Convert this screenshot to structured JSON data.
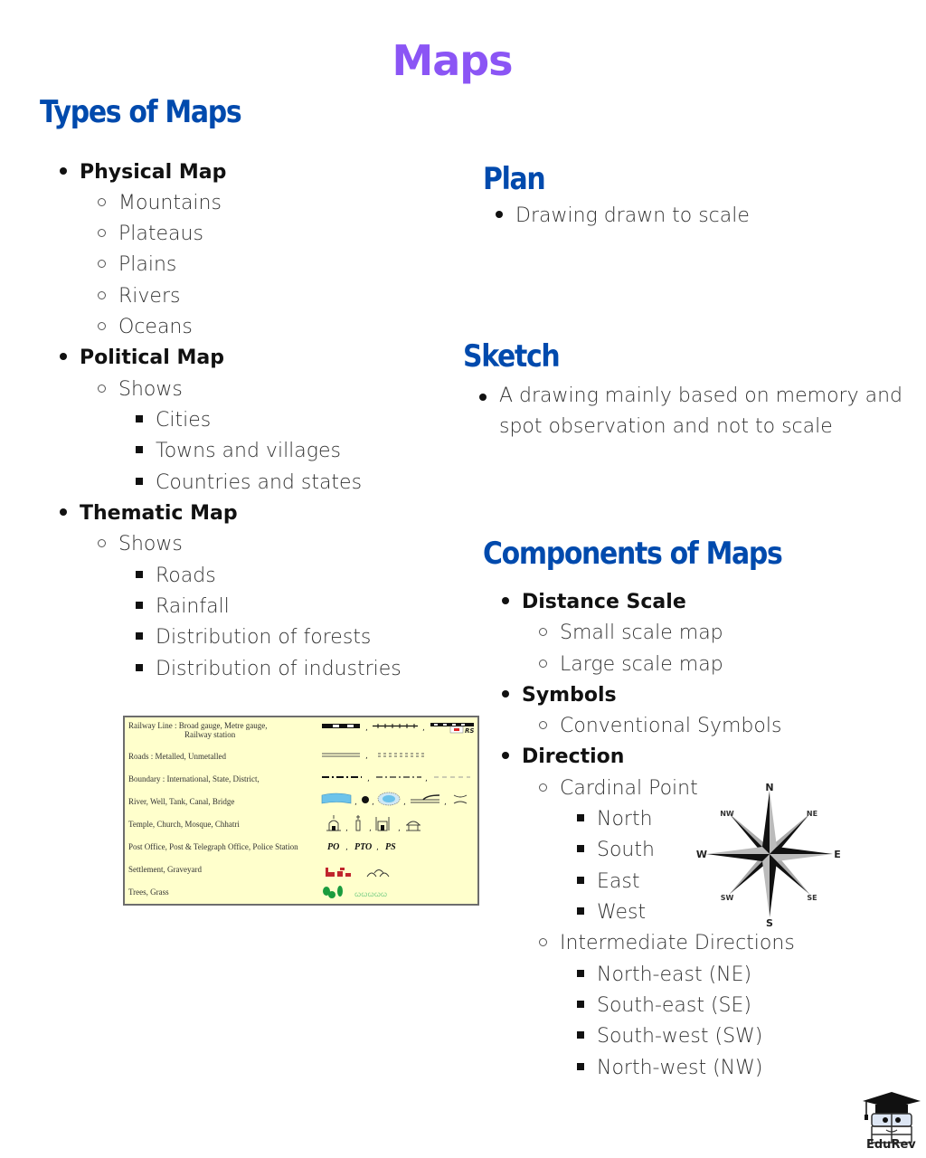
{
  "colors": {
    "title": "#8b55f5",
    "heading": "#004aad",
    "text": "#333333",
    "legend_bg": "#ffffcc"
  },
  "title": "Maps",
  "types_of_maps": {
    "heading": "Types of Maps",
    "items": [
      {
        "label": "Physical Map",
        "children": [
          "Mountains",
          "Plateaus",
          "Plains",
          "Rivers",
          "Oceans"
        ]
      },
      {
        "label": "Political Map",
        "children": [
          {
            "label": "Shows",
            "children": [
              "Cities",
              "Towns and villages",
              "Countries and states"
            ]
          }
        ]
      },
      {
        "label": "Thematic Map",
        "children": [
          {
            "label": "Shows",
            "children": [
              "Roads",
              "Rainfall",
              "Distribution of forests",
              "Distribution of industries"
            ]
          }
        ]
      }
    ]
  },
  "plan": {
    "heading": "Plan",
    "items": [
      "Drawing drawn to scale"
    ]
  },
  "sketch": {
    "heading": "Sketch",
    "items": [
      "A drawing mainly based on memory and spot observation and not to scale"
    ]
  },
  "components": {
    "heading": "Components of Maps",
    "items": [
      {
        "label": "Distance Scale",
        "children": [
          "Small scale map",
          "Large scale map"
        ]
      },
      {
        "label": "Symbols",
        "children": [
          "Conventional Symbols"
        ]
      },
      {
        "label": "Direction",
        "children": [
          {
            "label": "Cardinal Point",
            "children": [
              "North",
              "South",
              "East",
              "West"
            ]
          },
          {
            "label": "Intermediate Directions",
            "children": [
              "North-east (NE)",
              "South-east (SE)",
              "South-west (SW)",
              "North-west (NW)"
            ]
          }
        ]
      }
    ]
  },
  "legend": {
    "rows": [
      {
        "label": "Railway Line : Broad gauge, Metre gauge,",
        "label2": "Railway station",
        "symbol": "railway"
      },
      {
        "label": "Roads          : Metalled, Unmetalled",
        "symbol": "roads"
      },
      {
        "label": "Boundary      : International, State, District,",
        "symbol": "boundary"
      },
      {
        "label": "River,    Well,     Tank,     Canal,    Bridge",
        "symbol": "water"
      },
      {
        "label": "Temple, Church, Mosque, Chhatri",
        "symbol": "religious"
      },
      {
        "label": "Post Office, Post & Telegraph Office, Police Station",
        "symbol": "post"
      },
      {
        "label": "Settlement, Graveyard",
        "symbol": "settlement"
      },
      {
        "label": "Trees, Grass",
        "symbol": "vegetation"
      }
    ],
    "post_codes": [
      "PO",
      "PTO",
      "PS"
    ],
    "railway_station_code": "RS"
  },
  "compass": {
    "labels": {
      "n": "N",
      "s": "S",
      "e": "E",
      "w": "W",
      "ne": "NE",
      "nw": "NW",
      "se": "SE",
      "sw": "SW"
    }
  },
  "brand": {
    "name": "EduRev"
  }
}
